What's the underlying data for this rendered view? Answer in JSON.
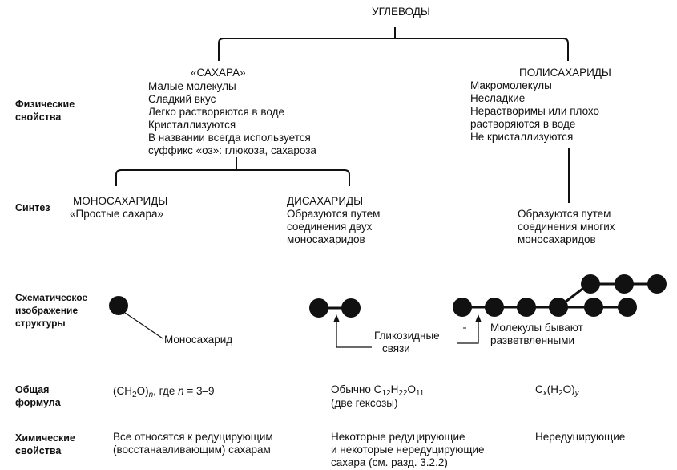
{
  "root": "УГЛЕВОДЫ",
  "rows": {
    "physical": [
      "Физические",
      "свойства"
    ],
    "synthesis": "Синтез",
    "schematic": [
      "Схематическое",
      "изображение",
      "структуры"
    ],
    "formula": [
      "Общая",
      "формула"
    ],
    "chemical": [
      "Химические",
      "свойства"
    ]
  },
  "sugars": {
    "title": "«САХАРА»",
    "lines": [
      "Малые молекулы",
      "Сладкий вкус",
      "Легко растворяются в воде",
      "Кристаллизуются",
      "В названии всегда используется",
      "суффикс «оз»: глюкоза, сахароза"
    ]
  },
  "polysaccharides": {
    "title": "ПОЛИСАХАРИДЫ",
    "lines": [
      "Макромолекулы",
      "Несладкие",
      "Нерастворимы или плохо",
      "растворяются в воде",
      "Не кристаллизуются"
    ],
    "synthesis": [
      "Образуются путем",
      "соединения многих",
      "моносахаридов"
    ],
    "branch_label": [
      "Молекулы бывают",
      "разветвленными"
    ],
    "formula": {
      "pre": "C",
      "sub1": "x",
      "mid": "(H",
      "sub2": "2",
      "post": "O)",
      "sub3": "y"
    },
    "chemical": [
      "Нередуцирующие"
    ]
  },
  "monosaccharides": {
    "title": "МОНОСАХАРИДЫ",
    "subtitle": "«Простые сахара»",
    "schematic_label": "Моносахарид",
    "formula": {
      "pre": "(CH",
      "sub1": "2",
      "mid": "O)",
      "sub2": "n",
      "post": ", где ",
      "n": "n",
      "range": " = 3–9"
    },
    "chemical": [
      "Все относятся к редуцирующим",
      "(восстанавливающим) сахарам"
    ]
  },
  "disaccharides": {
    "title": "ДИСАХАРИДЫ",
    "synthesis": [
      "Образуются путем",
      "соединения двух",
      "моносахаридов"
    ],
    "formula": {
      "pre": "Обычно C",
      "sub1": "12",
      "mid": "H",
      "sub2": "22",
      "post": "O",
      "sub3": "11",
      "line2": "(две гексозы)"
    },
    "chemical": [
      "Некоторые редуцирующие",
      "и некоторые нередуцирующие",
      "сахара (см. разд. 3.2.2)"
    ]
  },
  "glycosidic": [
    "Гликозидные",
    "связи"
  ]
}
